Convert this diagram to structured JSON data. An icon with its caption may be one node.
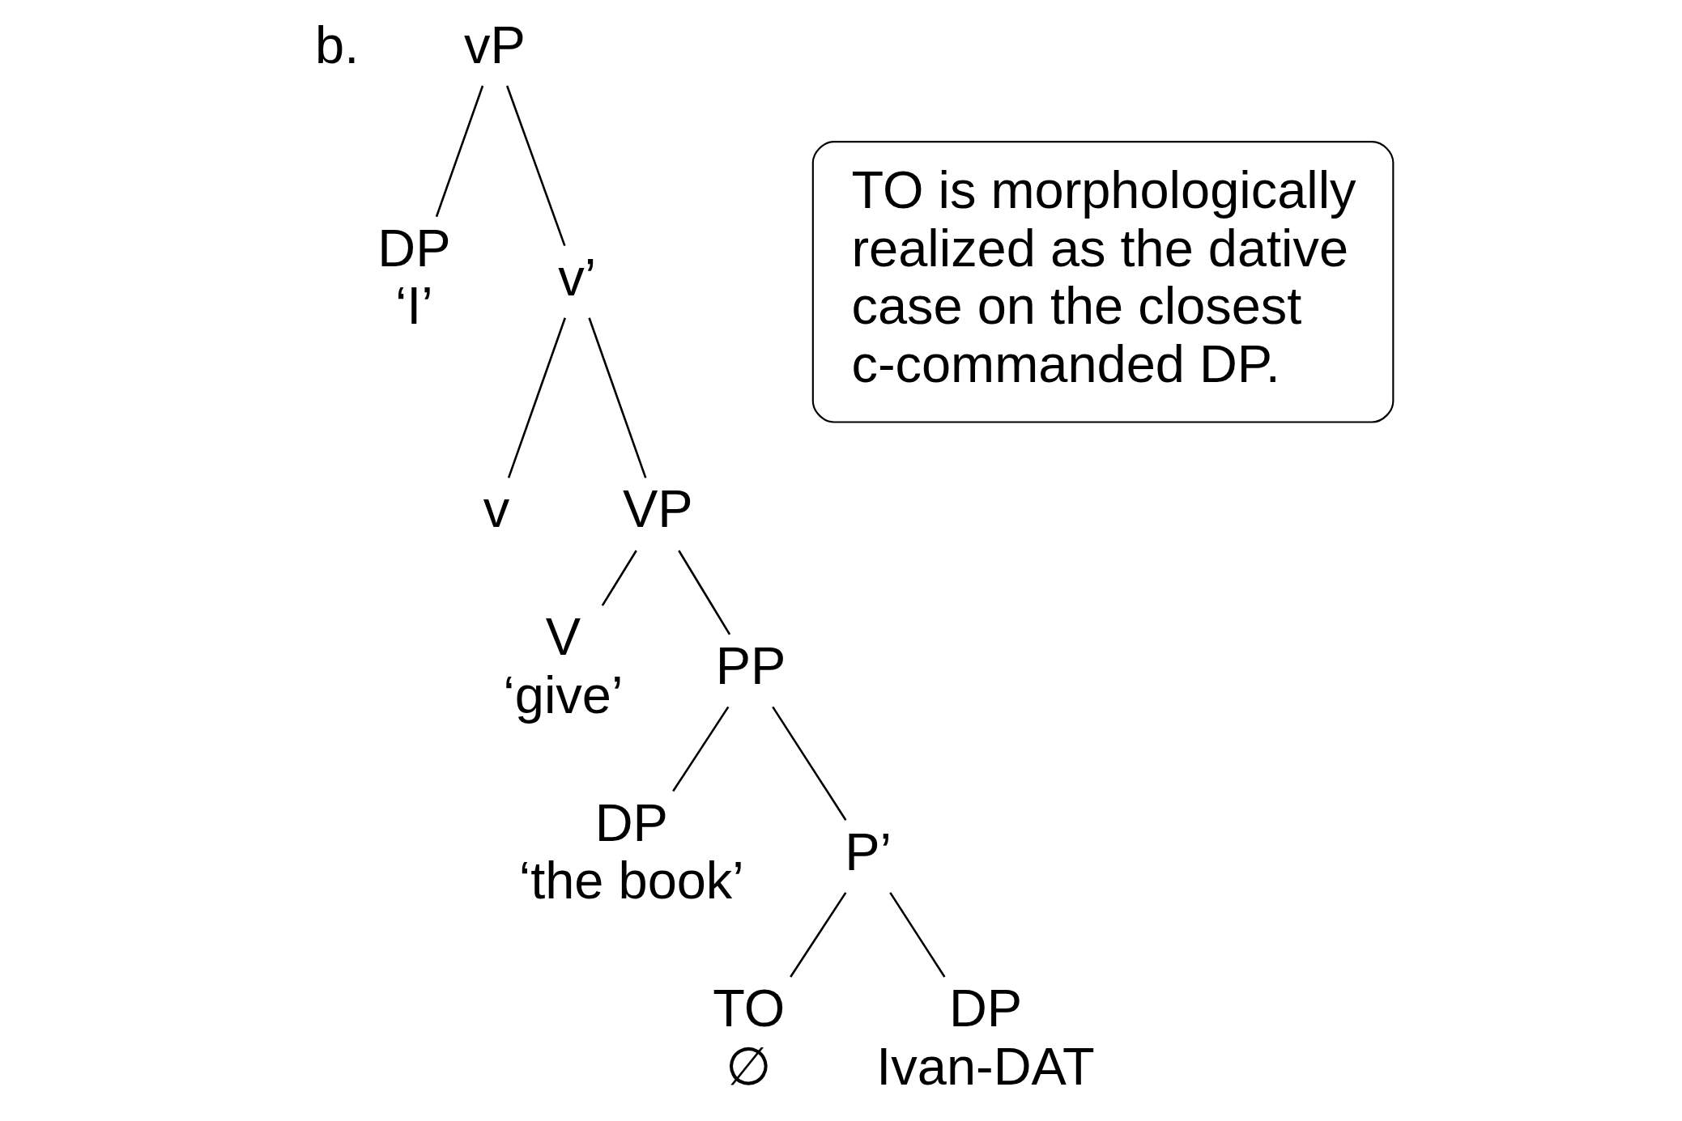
{
  "diagram": {
    "nodes": [
      {
        "text": [
          "vP"
        ]
      },
      {
        "text": [
          "DP",
          "‘I’"
        ]
      },
      {
        "text": [
          "v’"
        ]
      },
      {
        "text": [
          "v"
        ]
      },
      {
        "text": [
          "VP"
        ]
      },
      {
        "text": [
          "V",
          "‘give’"
        ]
      },
      {
        "text": [
          "PP"
        ]
      },
      {
        "text": [
          "DP",
          "‘the book’"
        ]
      },
      {
        "text": [
          "P’"
        ]
      },
      {
        "text": [
          "TO",
          "∅"
        ]
      },
      {
        "text": [
          "DP",
          "Ivan-DAT"
        ]
      },
      {
        "text": [
          "TO is morphologically realized as the dative case on the closest c-commanded DP."
        ]
      }
    ],
    "edges": [
      {
        "from": 0,
        "to": 1,
        "arrow": "none"
      },
      {
        "from": 0,
        "to": 2,
        "arrow": "none"
      },
      {
        "from": 2,
        "to": 3,
        "arrow": "none"
      },
      {
        "from": 2,
        "to": 4,
        "arrow": "none"
      },
      {
        "from": 4,
        "to": 5,
        "arrow": "none"
      },
      {
        "from": 4,
        "to": 6,
        "arrow": "none"
      },
      {
        "from": 6,
        "to": 7,
        "arrow": "none"
      },
      {
        "from": 6,
        "to": 8,
        "arrow": "none"
      },
      {
        "from": 8,
        "to": 9,
        "arrow": "none"
      },
      {
        "from": 8,
        "to": 10,
        "arrow": "none"
      }
    ],
    "labels": [
      "b."
    ]
  }
}
